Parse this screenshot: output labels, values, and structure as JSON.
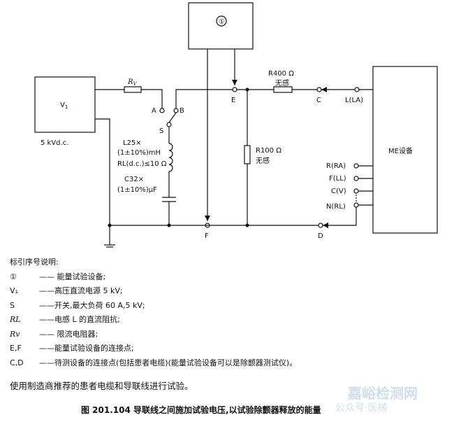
{
  "diagram": {
    "equipment_symbol": "①",
    "v1_label": "V",
    "v1_sub": "1",
    "v1_value": "5 kVd.c.",
    "rv_label": "R",
    "rv_sub": "V",
    "switch_a": "A",
    "switch_b": "B",
    "switch_s": "S",
    "inductor": [
      "L25×",
      "(1±10%)mH",
      "RL(d.c.)≤10 Ω"
    ],
    "capacitor": [
      "C32×",
      "(1±10%)μF"
    ],
    "r400_value": "R400 Ω",
    "r400_note": "无感",
    "r100_value": "R100 Ω",
    "r100_note": "无感",
    "node_e": "E",
    "node_f": "F",
    "node_c": "C",
    "node_d": "D",
    "node_l": "L(LA)",
    "me_label": "ME设备",
    "terminals": [
      "R(RA)",
      "F(LL)",
      "C(V)",
      "N(RL)"
    ]
  },
  "legend": {
    "heading": "标引序号说明:",
    "items": [
      {
        "sym": "①",
        "desc": "—— 能量试验设备;"
      },
      {
        "sym": "V₁",
        "desc": "——高压直流电源 5 kV;"
      },
      {
        "sym": "S",
        "desc": "——开关,最大负荷 60 A,5 kV;"
      },
      {
        "sym": "RL",
        "desc": "——电感 L 的直流阻抗;"
      },
      {
        "sym": "Rv",
        "desc": "—— 限流电阻器;"
      },
      {
        "sym": "E,F",
        "desc": "——能量试验设备的连接点;"
      },
      {
        "sym": "C,D",
        "desc": "——待测设备的连接点(包括患者电缆)(能量试验设备可以是除颤器测试仪)。"
      }
    ]
  },
  "note": "使用制造商推荐的患者电缆和导联线进行试验。",
  "caption": "图 201.104   导联线之间施加试验电压,以试验除颤器释放的能量",
  "watermark": "嘉峪检测网",
  "watermark2": "公众号·医械"
}
